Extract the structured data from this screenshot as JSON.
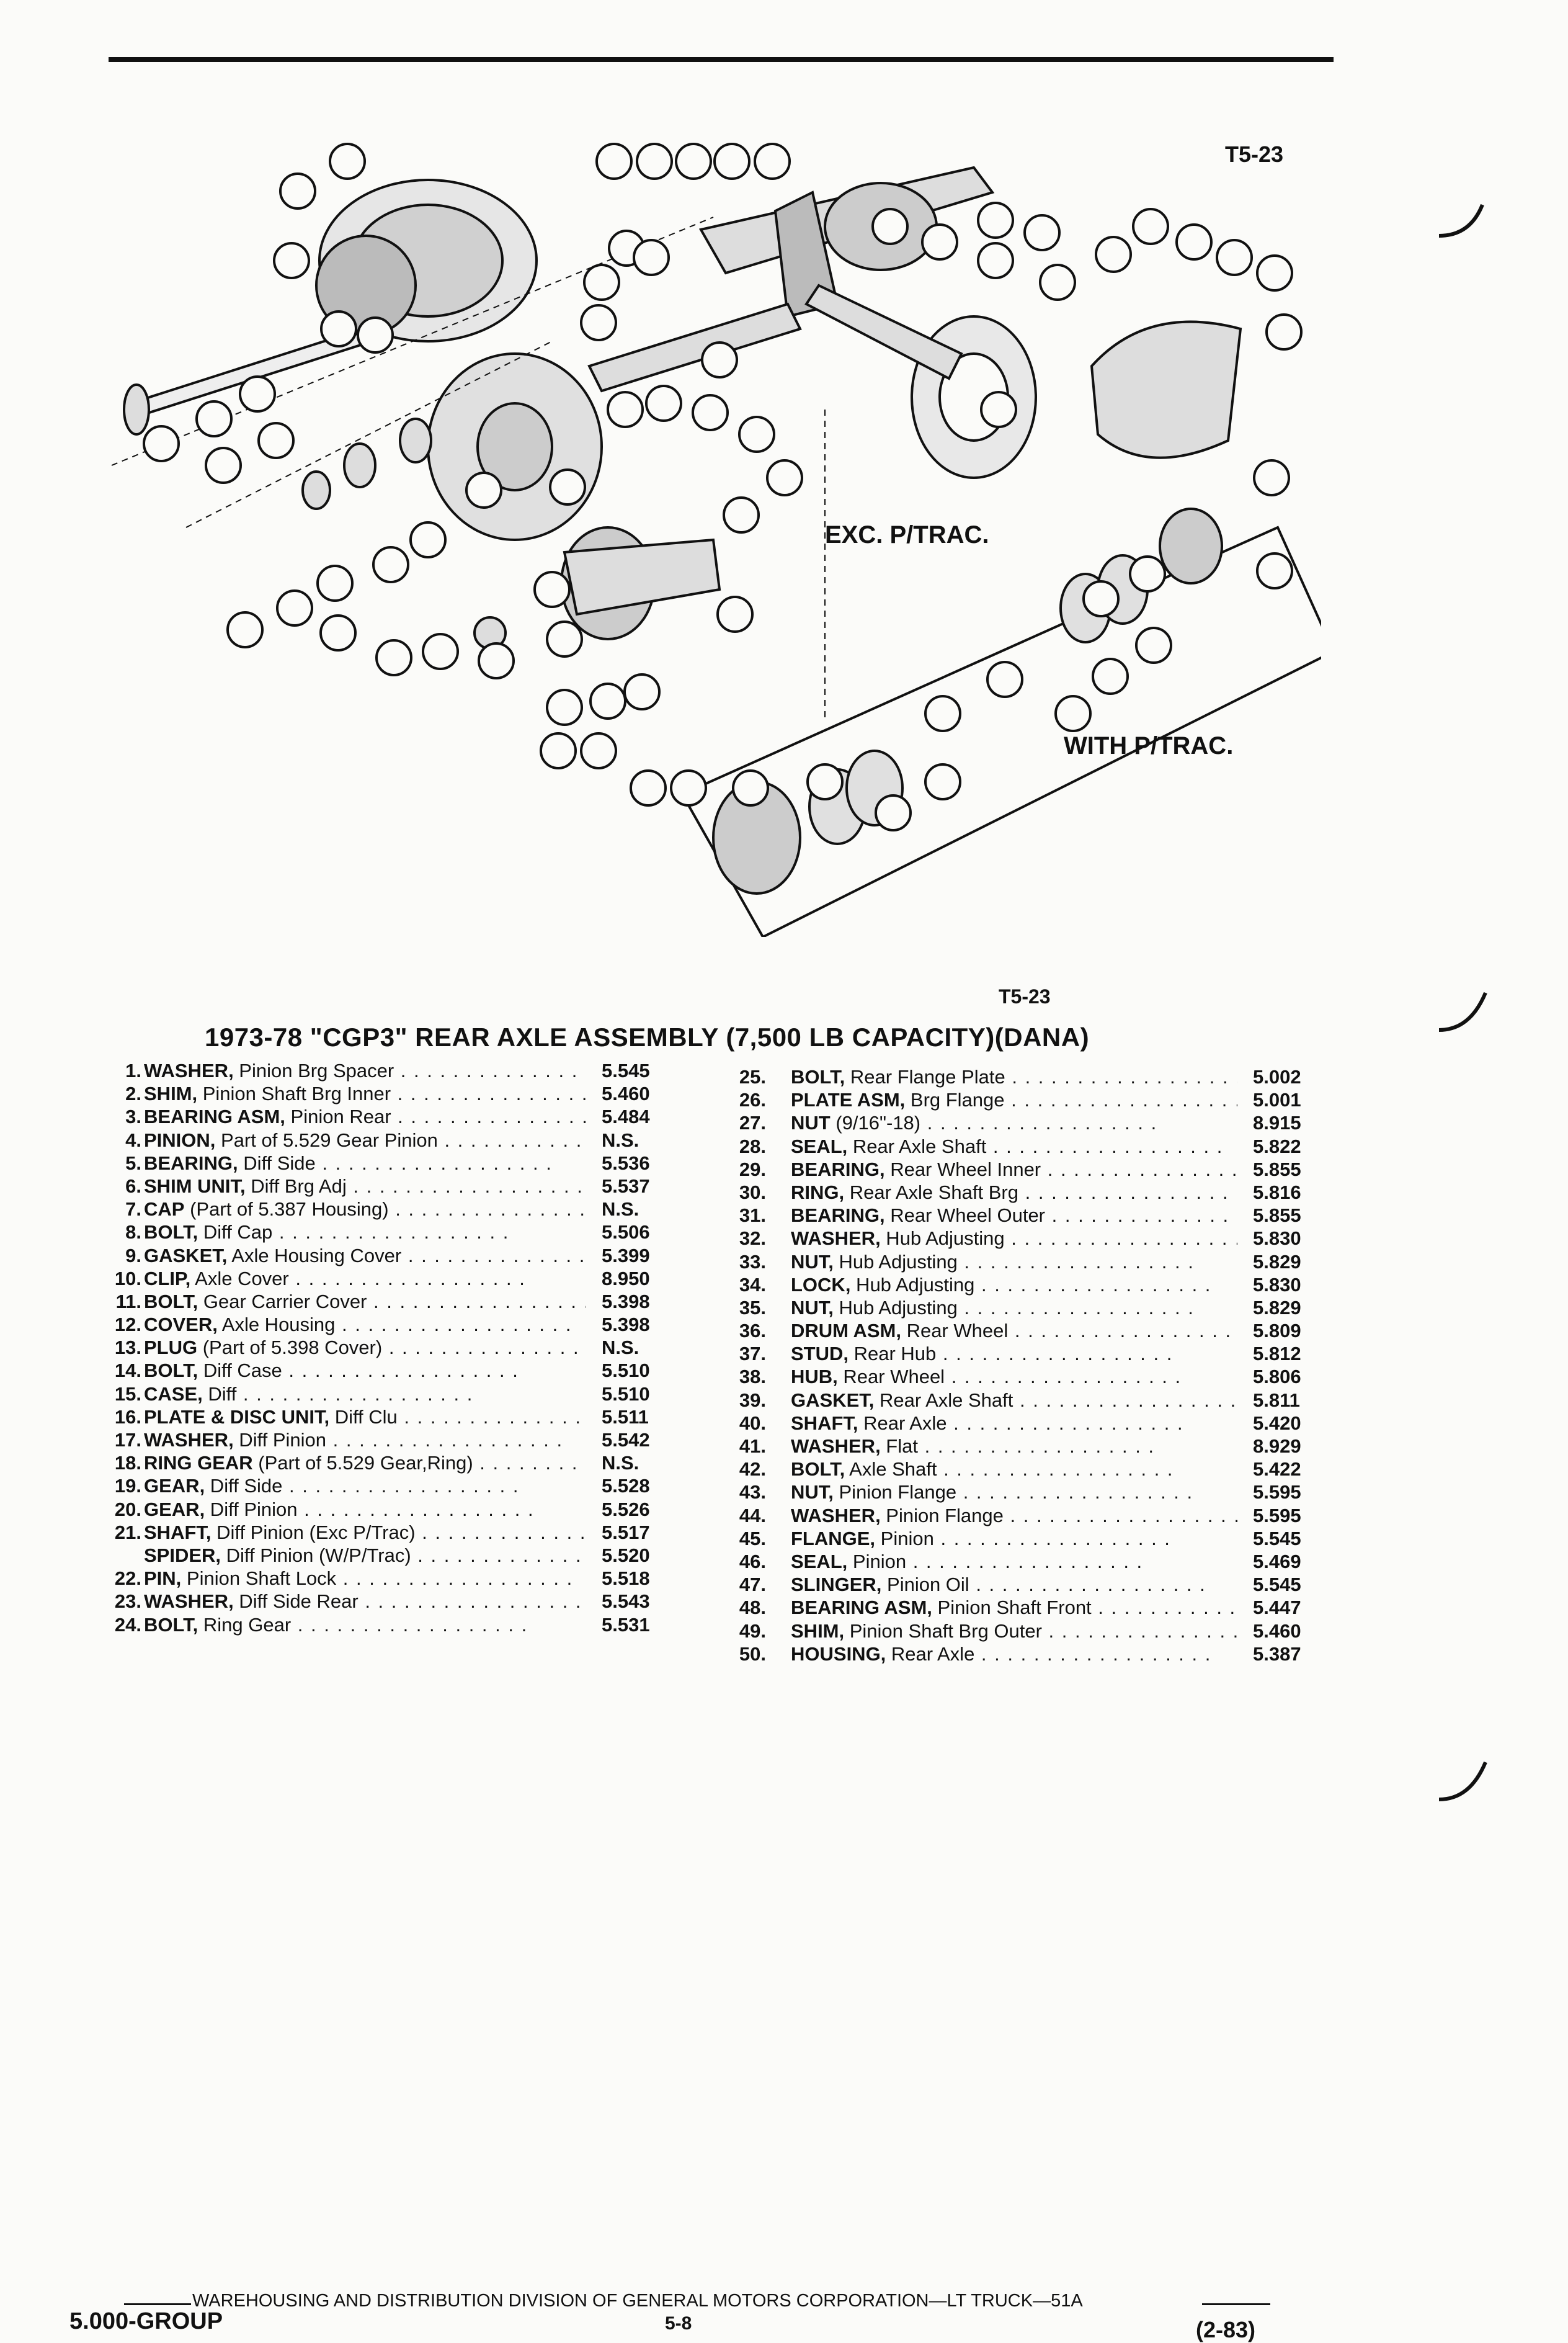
{
  "figure_code": "T5-23",
  "title": "1973-78 \"CGP3\" REAR AXLE ASSEMBLY (7,500 LB CAPACITY)(DANA)",
  "diagram": {
    "callout_exc": "EXC. P/TRAC.",
    "callout_with": "WITH P/TRAC."
  },
  "parts_left": [
    {
      "num": "1.",
      "name": "WASHER,",
      "desc": " Pinion Brg Spacer",
      "group": "5.545"
    },
    {
      "num": "2.",
      "name": "SHIM,",
      "desc": " Pinion Shaft Brg Inner",
      "group": "5.460"
    },
    {
      "num": "3.",
      "name": "BEARING ASM,",
      "desc": " Pinion Rear",
      "group": "5.484"
    },
    {
      "num": "4.",
      "name": "PINION,",
      "desc": " Part of 5.529 Gear Pinion",
      "group": "N.S."
    },
    {
      "num": "5.",
      "name": "BEARING,",
      "desc": " Diff Side",
      "group": "5.536"
    },
    {
      "num": "6.",
      "name": "SHIM UNIT,",
      "desc": " Diff Brg Adj",
      "group": "5.537"
    },
    {
      "num": "7.",
      "name": "CAP",
      "desc": " (Part of 5.387 Housing)",
      "group": "N.S."
    },
    {
      "num": "8.",
      "name": "BOLT,",
      "desc": " Diff Cap",
      "group": "5.506"
    },
    {
      "num": "9.",
      "name": "GASKET,",
      "desc": " Axle Housing Cover",
      "group": "5.399"
    },
    {
      "num": "10.",
      "name": "CLIP,",
      "desc": " Axle Cover",
      "group": "8.950"
    },
    {
      "num": "11.",
      "name": "BOLT,",
      "desc": " Gear Carrier Cover",
      "group": "5.398"
    },
    {
      "num": "12.",
      "name": "COVER,",
      "desc": " Axle Housing",
      "group": "5.398"
    },
    {
      "num": "13.",
      "name": "PLUG",
      "desc": " (Part of 5.398 Cover)",
      "group": "N.S."
    },
    {
      "num": "14.",
      "name": "BOLT,",
      "desc": " Diff Case",
      "group": "5.510"
    },
    {
      "num": "15.",
      "name": "CASE,",
      "desc": " Diff",
      "group": "5.510"
    },
    {
      "num": "16.",
      "name": "PLATE & DISC UNIT,",
      "desc": " Diff Clu",
      "group": "5.511"
    },
    {
      "num": "17.",
      "name": "WASHER,",
      "desc": " Diff Pinion",
      "group": "5.542"
    },
    {
      "num": "18.",
      "name": "RING GEAR",
      "desc": " (Part of 5.529 Gear,Ring)",
      "group": "N.S."
    },
    {
      "num": "19.",
      "name": "GEAR,",
      "desc": " Diff Side",
      "group": "5.528"
    },
    {
      "num": "20.",
      "name": "GEAR,",
      "desc": " Diff Pinion",
      "group": "5.526"
    },
    {
      "num": "21.",
      "name": "SHAFT,",
      "desc": " Diff Pinion (Exc P/Trac)",
      "group": "5.517"
    },
    {
      "num": "",
      "name": "SPIDER,",
      "desc": " Diff Pinion (W/P/Trac)",
      "group": "5.520"
    },
    {
      "num": "22.",
      "name": "PIN,",
      "desc": " Pinion Shaft Lock",
      "group": "5.518"
    },
    {
      "num": "23.",
      "name": "WASHER,",
      "desc": " Diff Side Rear",
      "group": "5.543"
    },
    {
      "num": "24.",
      "name": "BOLT,",
      "desc": " Ring Gear",
      "group": "5.531"
    }
  ],
  "parts_right": [
    {
      "num": "25.",
      "name": "BOLT,",
      "desc": " Rear Flange Plate",
      "group": "5.002"
    },
    {
      "num": "26.",
      "name": "PLATE ASM,",
      "desc": " Brg Flange",
      "group": "5.001"
    },
    {
      "num": "27.",
      "name": "NUT",
      "desc": " (9/16\"-18)",
      "group": "8.915"
    },
    {
      "num": "28.",
      "name": "SEAL,",
      "desc": " Rear Axle Shaft",
      "group": "5.822"
    },
    {
      "num": "29.",
      "name": "BEARING,",
      "desc": " Rear Wheel Inner",
      "group": "5.855"
    },
    {
      "num": "30.",
      "name": "RING,",
      "desc": " Rear Axle Shaft Brg",
      "group": "5.816"
    },
    {
      "num": "31.",
      "name": "BEARING,",
      "desc": " Rear Wheel Outer",
      "group": "5.855"
    },
    {
      "num": "32.",
      "name": "WASHER,",
      "desc": " Hub Adjusting",
      "group": "5.830"
    },
    {
      "num": "33.",
      "name": "NUT,",
      "desc": " Hub Adjusting",
      "group": "5.829"
    },
    {
      "num": "34.",
      "name": "LOCK,",
      "desc": " Hub Adjusting",
      "group": "5.830"
    },
    {
      "num": "35.",
      "name": "NUT,",
      "desc": " Hub Adjusting",
      "group": "5.829"
    },
    {
      "num": "36.",
      "name": "DRUM ASM,",
      "desc": " Rear Wheel",
      "group": "5.809"
    },
    {
      "num": "37.",
      "name": "STUD,",
      "desc": " Rear Hub",
      "group": "5.812"
    },
    {
      "num": "38.",
      "name": "HUB,",
      "desc": " Rear Wheel",
      "group": "5.806"
    },
    {
      "num": "39.",
      "name": "GASKET,",
      "desc": " Rear Axle Shaft",
      "group": "5.811"
    },
    {
      "num": "40.",
      "name": "SHAFT,",
      "desc": " Rear Axle",
      "group": "5.420"
    },
    {
      "num": "41.",
      "name": "WASHER,",
      "desc": " Flat",
      "group": "8.929"
    },
    {
      "num": "42.",
      "name": "BOLT,",
      "desc": " Axle Shaft",
      "group": "5.422"
    },
    {
      "num": "43.",
      "name": "NUT,",
      "desc": " Pinion Flange",
      "group": "5.595"
    },
    {
      "num": "44.",
      "name": "WASHER,",
      "desc": " Pinion Flange",
      "group": "5.595"
    },
    {
      "num": "45.",
      "name": "FLANGE,",
      "desc": " Pinion",
      "group": "5.545"
    },
    {
      "num": "46.",
      "name": "SEAL,",
      "desc": " Pinion",
      "group": "5.469"
    },
    {
      "num": "47.",
      "name": "SLINGER,",
      "desc": " Pinion Oil",
      "group": "5.545"
    },
    {
      "num": "48.",
      "name": "BEARING ASM,",
      "desc": " Pinion Shaft Front",
      "group": "5.447"
    },
    {
      "num": "49.",
      "name": "SHIM,",
      "desc": " Pinion Shaft Brg Outer",
      "group": "5.460"
    },
    {
      "num": "50.",
      "name": "HOUSING,",
      "desc": " Rear Axle",
      "group": "5.387"
    }
  ],
  "footer": {
    "division": "WAREHOUSING AND DISTRIBUTION DIVISION OF GENERAL MOTORS CORPORATION—LT TRUCK—51A",
    "group": "5.000-GROUP",
    "page": "5-8",
    "date": "(2-83)"
  }
}
